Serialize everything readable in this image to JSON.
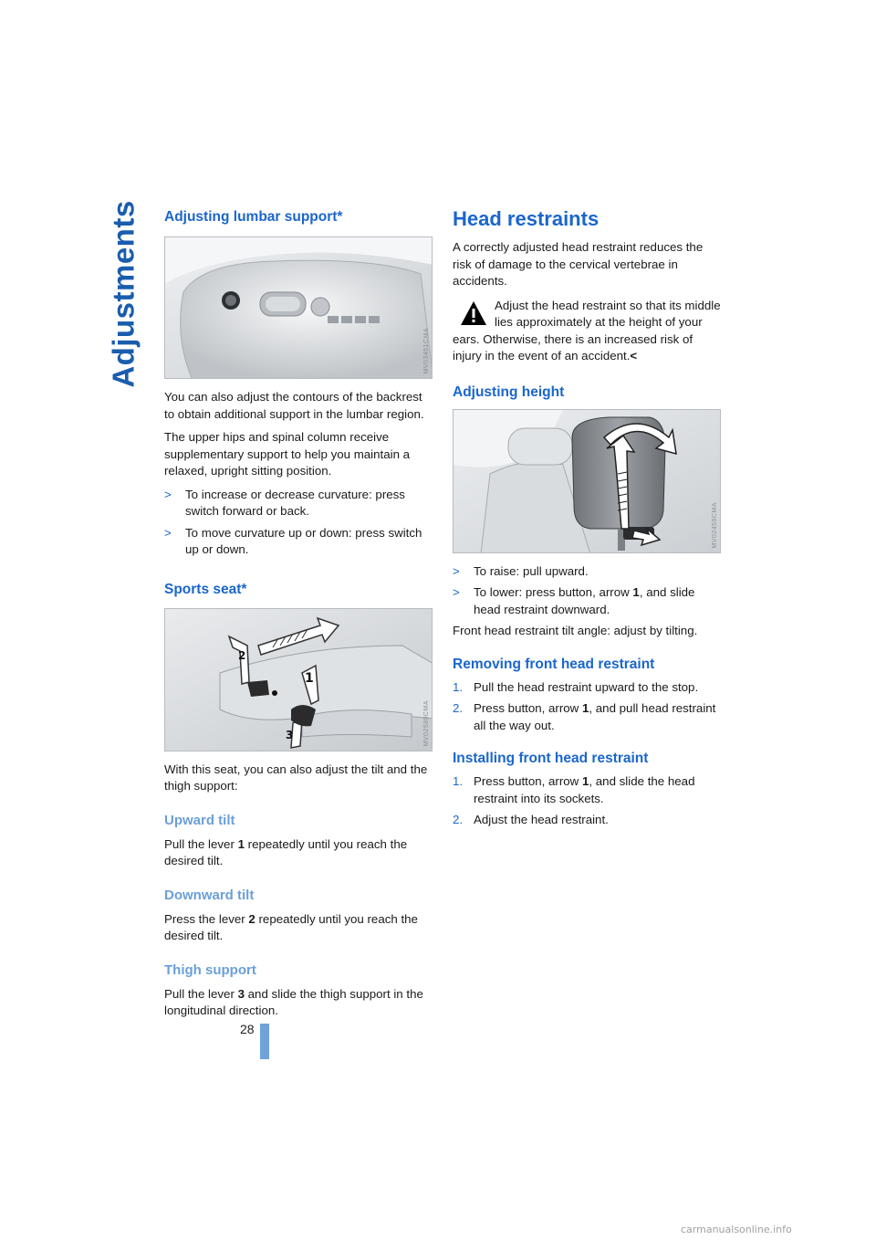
{
  "page": {
    "side_title": "Adjustments",
    "page_number": "28",
    "footer_url": "carmanualsonline.info"
  },
  "left": {
    "lumbar": {
      "heading": "Adjusting lumbar support*",
      "figure_code": "MV03451CMA",
      "p1": "You can also adjust the contours of the backrest to obtain additional support in the lumbar region.",
      "p2": "The upper hips and spinal column receive supplementary support to help you maintain a relaxed, upright sitting position.",
      "bullets": [
        "To increase or decrease curvature: press switch forward or back.",
        "To move curvature up or down: press switch up or down."
      ],
      "bullet_mark": ">"
    },
    "sports_seat": {
      "heading": "Sports seat*",
      "figure_code": "MV02580CMA",
      "p1": "With this seat, you can also adjust the tilt and the thigh support:",
      "upward": {
        "heading": "Upward tilt",
        "pre": "Pull the lever ",
        "num": "1",
        "post": " repeatedly until you reach the desired tilt."
      },
      "downward": {
        "heading": "Downward tilt",
        "pre": "Press the lever ",
        "num": "2",
        "post": " repeatedly until you reach the desired tilt."
      },
      "thigh": {
        "heading": "Thigh support",
        "pre": "Pull the lever ",
        "num": "3",
        "post": " and slide the thigh support in the longitudinal direction."
      }
    }
  },
  "right": {
    "head": {
      "heading": "Head restraints",
      "p1": "A correctly adjusted head restraint reduces the risk of damage to the cervical vertebrae in accidents.",
      "warning": "Adjust the head restraint so that its middle lies approximately at the height of your ears. Otherwise, there is an increased risk of injury in the event of an accident.",
      "warning_end": "<"
    },
    "height": {
      "heading": "Adjusting height",
      "figure_code": "MV02459CMA",
      "b1": "To raise: pull upward.",
      "b2_pre": "To lower: press button, arrow ",
      "b2_num": "1",
      "b2_post": ", and slide head restraint downward.",
      "p_tilt": "Front head restraint tilt angle: adjust by tilting."
    },
    "removing": {
      "heading": "Removing front head restraint",
      "s1": "Pull the head restraint upward to the stop.",
      "s2_pre": "Press button, arrow ",
      "s2_num": "1",
      "s2_post": ", and pull head restraint all the way out."
    },
    "installing": {
      "heading": "Installing front head restraint",
      "s1_pre": "Press button, arrow ",
      "s1_num": "1",
      "s1_post": ", and slide the head restraint into its sockets.",
      "s2": "Adjust the head restraint."
    },
    "step_labels": [
      "1.",
      "2."
    ]
  }
}
